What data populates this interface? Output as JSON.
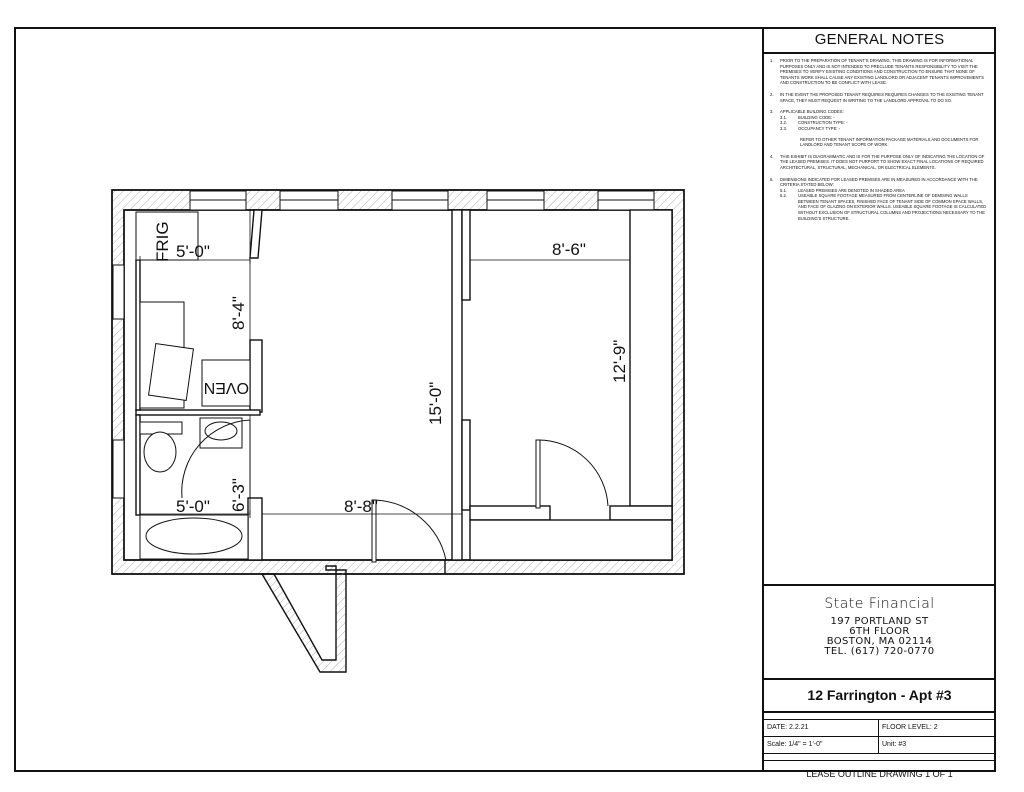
{
  "notes": {
    "title": "GENERAL NOTES",
    "items": [
      {
        "num": "1.",
        "text": "PRIOR TO THE PREPARATION OF TENANT'S DRAWING.  THIS DRAWING IS FOR INFORMATIONAL PURPOSES ONLY AND IS NOT INTENDED TO PRECLUDE TENANTS RESPONSIBILITY TO VISIT THE PREMISES TO VERIFY EXISTING CONDITIONS AND CONSTRUCTION TO ENSURE THAT NONE OF TENANTS WORK SHALL CAUSE ANY EXISTING LANDLORD OR ADJACENT TENANTS IMPROVEMENTS AND CONSTRUCTION TO BE CONFLICT WITH LEASE."
      },
      {
        "num": "2.",
        "text": "IN THE EVENT THE PROPOSED TENANT REQUIRES REQUIRES CHANGES TO THE EXISTING TENANT SPACE, THEY MUST REQUEST  IN WRITING TO THE LANDLORD APPROVAL TO DO SO."
      },
      {
        "num": "3.",
        "text": "APPLICABLE BUILDING CODES:",
        "subs": [
          {
            "num": "3.1.",
            "text": "BUILDING CODE:    -"
          },
          {
            "num": "3.2.",
            "text": "CONSTRUCTION TYPE:      -"
          },
          {
            "num": "3.3.",
            "text": "OCCUPANCY TYPE:   -"
          }
        ],
        "extra": "REFER TO OTHER TENANT INFORMATION PACKAGE MATERIALS AND DOCUMENTS FOR LANDLORD AND TENANT SCOPE OF WORK."
      },
      {
        "num": "4.",
        "text": "THIS EXHIBIT IS DIAGRAMMATIC AND IS FOR THE PURPOSE ONLY OF INDICATING THE LOCATION OF THE LEASED PREMISES.  IT DOES NOT PURPORT TO SHOW EXACT FINAL LOCATIONS OF REQUIRED ARCHITECTURAL, STRUCTURAL, MECHANICAL, OR ELECTRICAL ELEMENTS."
      },
      {
        "num": "5.",
        "text": "DIMENSIONS INDICATED FOR LEASED PREMISES ARE IN MEASURED IN ACCORDANCE WITH THE CRITERIA STATED BELOW:",
        "subs": [
          {
            "num": "5.1.",
            "text": "LEASED PREMISES ARE DENOTED IN SHADED AREA"
          },
          {
            "num": "5.2.",
            "text": "USEABLE SQUARE FOOTAGE MEASURED FROM CENTERLINE OF DEMISING WALLS BETWEEN TENANT SPACES, FINISHED FACE OF TENANT SIDE OF COMMON SPACE WALLS, AND FACE OF GLAZING ON EXTERIOR WALLS.  USEABLE SQUARE FOOTAGE IS CALCULATED WITHOUT EXCLUSION OF STRUCTURAL COLUMNS AND PROJECTIONS NECESSARY TO THE BUILDING'S STRUCTURE."
          }
        ]
      }
    ]
  },
  "company": {
    "name": "State Financial",
    "address1": "197 PORTLAND ST",
    "address2": "6TH FLOOR",
    "address3": "BOSTON, MA 02114",
    "phone": "TEL. (617) 720-0770"
  },
  "project": {
    "title": "12 Farrington - Apt #3",
    "date": "DATE:  2.2.21",
    "floor_level": "FLOOR LEVEL:  2",
    "scale": "Scale:  1/4\" = 1'-0\"",
    "unit": "Unit: #3",
    "drawing": "LEASE OUTLINE DRAWING 1 OF 1"
  },
  "plan": {
    "labels": {
      "frig": "FRIG",
      "oven": "OVEN"
    },
    "dimensions": {
      "kitchen_width": "5'-0\"",
      "kitchen_depth": "8'-4\"",
      "living_depth": "15'-0\"",
      "bedroom_width": "8'-6\"",
      "bedroom_depth": "12'-9\"",
      "bath_width": "5'-0\"",
      "bath_depth": "6'-3\"",
      "hall_width": "8'-8\""
    }
  }
}
